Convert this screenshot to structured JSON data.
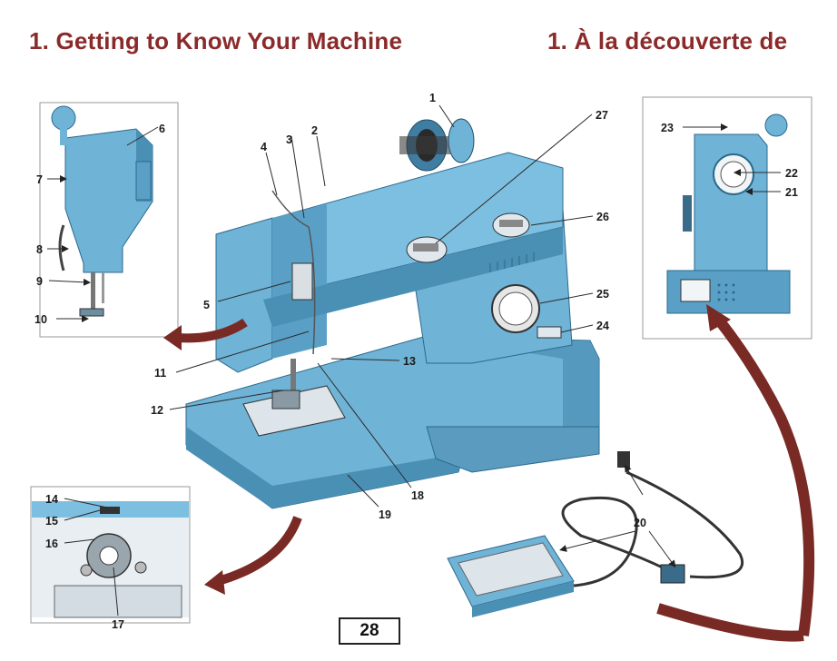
{
  "headings": {
    "english": "1. Getting to Know Your Machine",
    "french": "1. À la découverte de"
  },
  "parts": {
    "p1": "1",
    "p2": "2",
    "p3": "3",
    "p4": "4",
    "p5": "5",
    "p6": "6",
    "p7": "7",
    "p8": "8",
    "p9": "9",
    "p10": "10",
    "p11": "11",
    "p12": "12",
    "p13": "13",
    "p14": "14",
    "p15": "15",
    "p16": "16",
    "p17": "17",
    "p18": "18",
    "p19": "19",
    "p20": "20",
    "p21": "21",
    "p22": "22",
    "p23": "23",
    "p24": "24",
    "p25": "25",
    "p26": "26",
    "p27": "27"
  },
  "page_number": "28",
  "colors": {
    "heading": "#8b2a2a",
    "machine_body": "#6fb3d6",
    "machine_shade": "#4a8fb4",
    "arrow": "#7a2a24"
  }
}
